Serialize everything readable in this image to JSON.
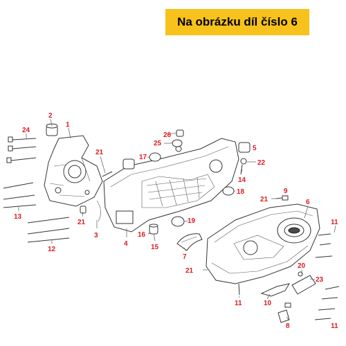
{
  "banner": {
    "text": "Na obrázku díl číslo 6"
  },
  "colors": {
    "banner": "#f7c21b",
    "callout": "#e1191d",
    "line": "#333333"
  },
  "callouts": {
    "c1": "1",
    "c2": "2",
    "c3": "3",
    "c4": "4",
    "c5": "5",
    "c6": "6",
    "c7": "7",
    "c8": "8",
    "c9": "9",
    "c10": "10",
    "c11a": "11",
    "c11b": "11",
    "c11c": "11",
    "c12": "12",
    "c13": "13",
    "c14": "14",
    "c15": "15",
    "c16": "16",
    "c17": "17",
    "c18": "18",
    "c19": "19",
    "c20": "20",
    "c21a": "21",
    "c21b": "21",
    "c21c": "21",
    "c21d": "21",
    "c22": "22",
    "c23": "23",
    "c24": "24",
    "c25": "25",
    "c26": "26"
  }
}
